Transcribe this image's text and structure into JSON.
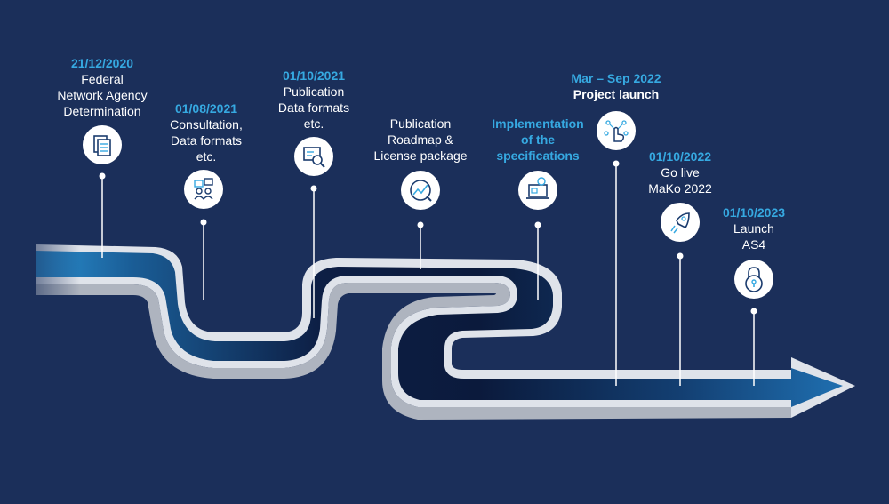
{
  "milestones": [
    {
      "date": "21/12/2020",
      "lines": [
        "Federal",
        "Network Agency",
        "Determination"
      ],
      "icon": "document-icon"
    },
    {
      "date": "01/08/2021",
      "lines": [
        "Consultation,",
        "Data formats",
        "etc."
      ],
      "icon": "consultation-icon"
    },
    {
      "date": "01/10/2021",
      "lines": [
        "Publication",
        "Data formats",
        "etc."
      ],
      "icon": "publication-search-icon"
    },
    {
      "date": "",
      "lines": [
        "Publication",
        "Roadmap &",
        "License package"
      ],
      "icon": "roadmap-chart-icon"
    },
    {
      "date": "",
      "lines": [
        "Implementation",
        "of the",
        "specifications"
      ],
      "icon": "laptop-settings-icon"
    },
    {
      "date": "Mar – Sep 2022",
      "lines": [
        "Project launch"
      ],
      "icon": "touch-network-icon"
    },
    {
      "date": "01/10/2022",
      "lines": [
        "Go live",
        "MaKo 2022"
      ],
      "icon": "rocket-icon"
    },
    {
      "date": "01/10/2023",
      "lines": [
        "Launch",
        "AS4"
      ],
      "icon": "padlock-icon"
    }
  ],
  "colors": {
    "background": "#1b2f5a",
    "accent": "#36a9e1",
    "road_dark": "#0d1b3d",
    "road_light": "#1f6fb0",
    "road_edge": "#e6e9ee"
  }
}
